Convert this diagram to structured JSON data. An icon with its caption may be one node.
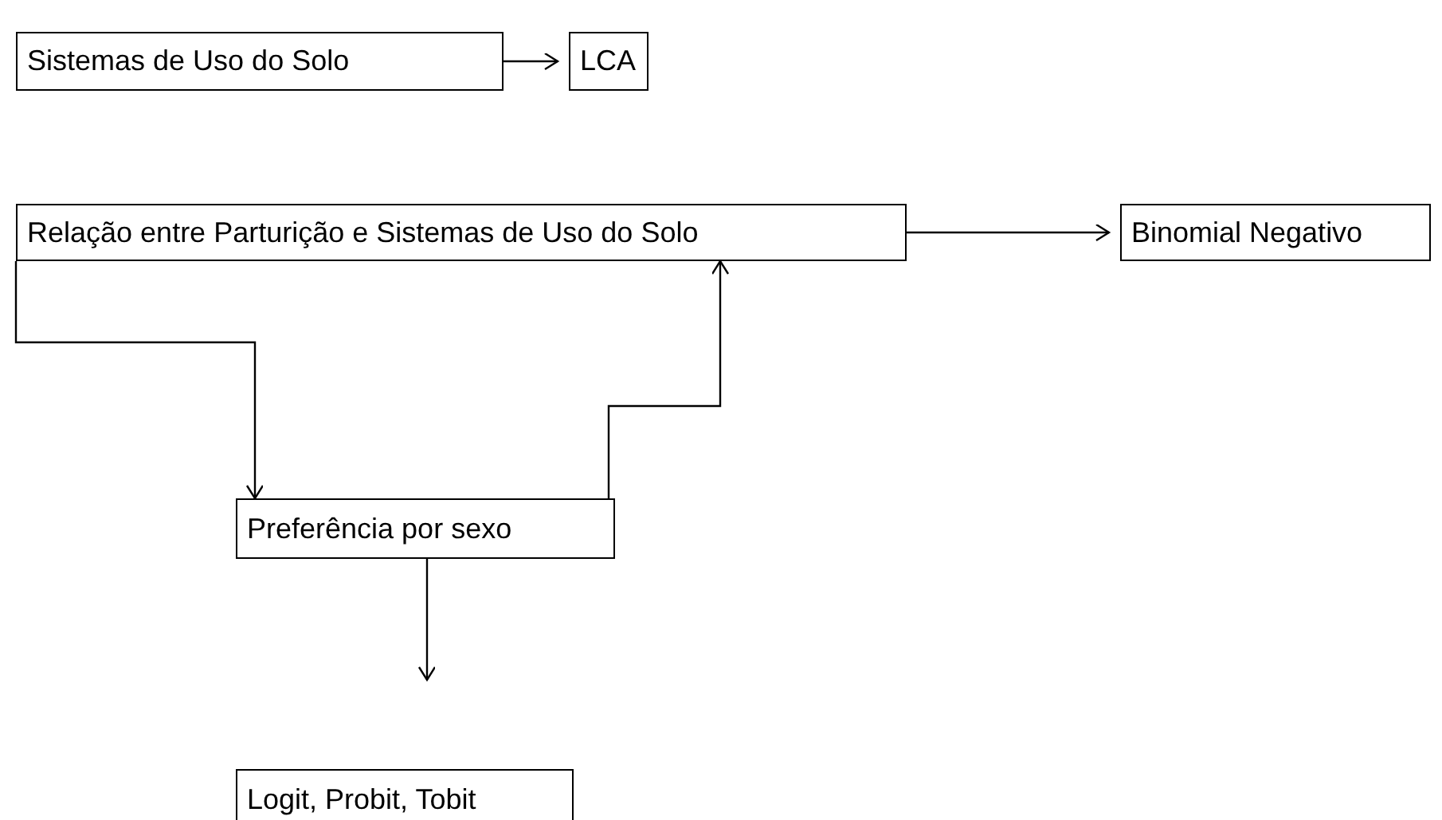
{
  "diagram": {
    "nodes": [
      {
        "text": [
          "Sistemas de Uso do Solo"
        ]
      },
      {
        "text": [
          "LCA"
        ]
      },
      {
        "text": [
          "Relação entre Parturição e Sistemas de Uso do Solo"
        ]
      },
      {
        "text": [
          "Binomial Negativo"
        ]
      },
      {
        "text": [
          "Preferência por sexo"
        ]
      },
      {
        "text": [
          "Logit, Probit, Tobit"
        ]
      }
    ],
    "edges": [
      {
        "from": 0,
        "to": 1,
        "arrow": "to"
      },
      {
        "from": 2,
        "to": 3,
        "arrow": "to"
      },
      {
        "from": 2,
        "to": 4,
        "arrow": "to"
      },
      {
        "from": 4,
        "to": 2,
        "arrow": "to"
      },
      {
        "from": 4,
        "to": 5,
        "arrow": "to"
      }
    ]
  }
}
